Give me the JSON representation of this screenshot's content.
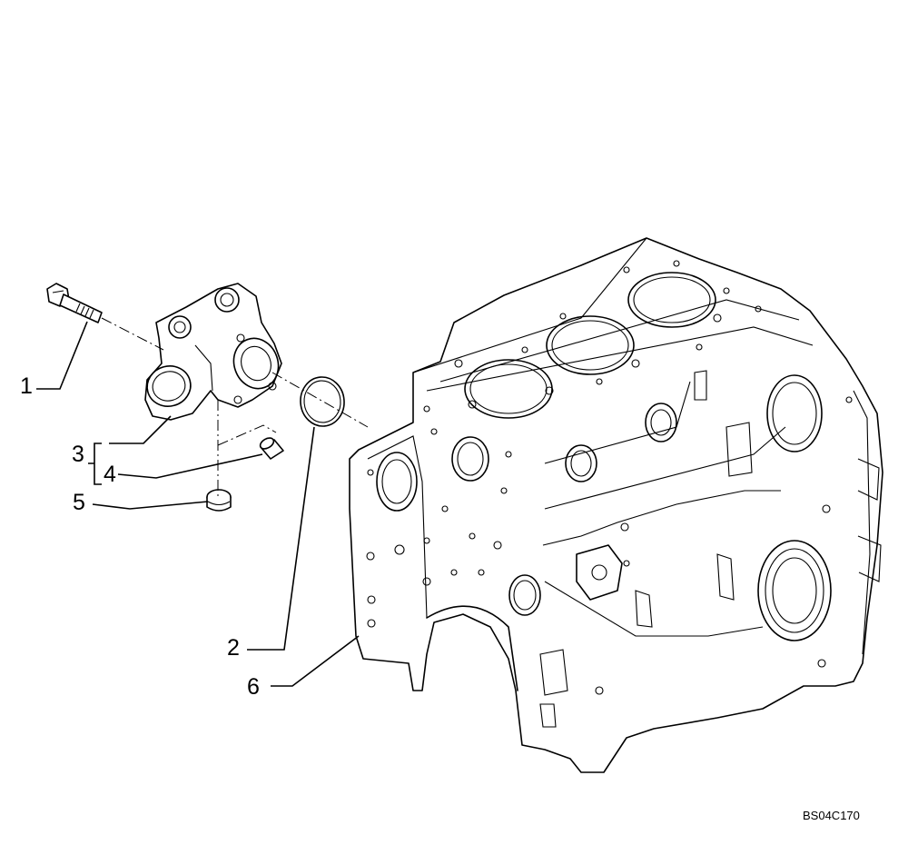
{
  "callouts": [
    {
      "id": "1",
      "label": "1"
    },
    {
      "id": "2",
      "label": "2"
    },
    {
      "id": "3",
      "label": "3"
    },
    {
      "id": "4",
      "label": "4"
    },
    {
      "id": "5",
      "label": "5"
    },
    {
      "id": "6",
      "label": "6"
    }
  ],
  "figure_id": "BS04C170"
}
